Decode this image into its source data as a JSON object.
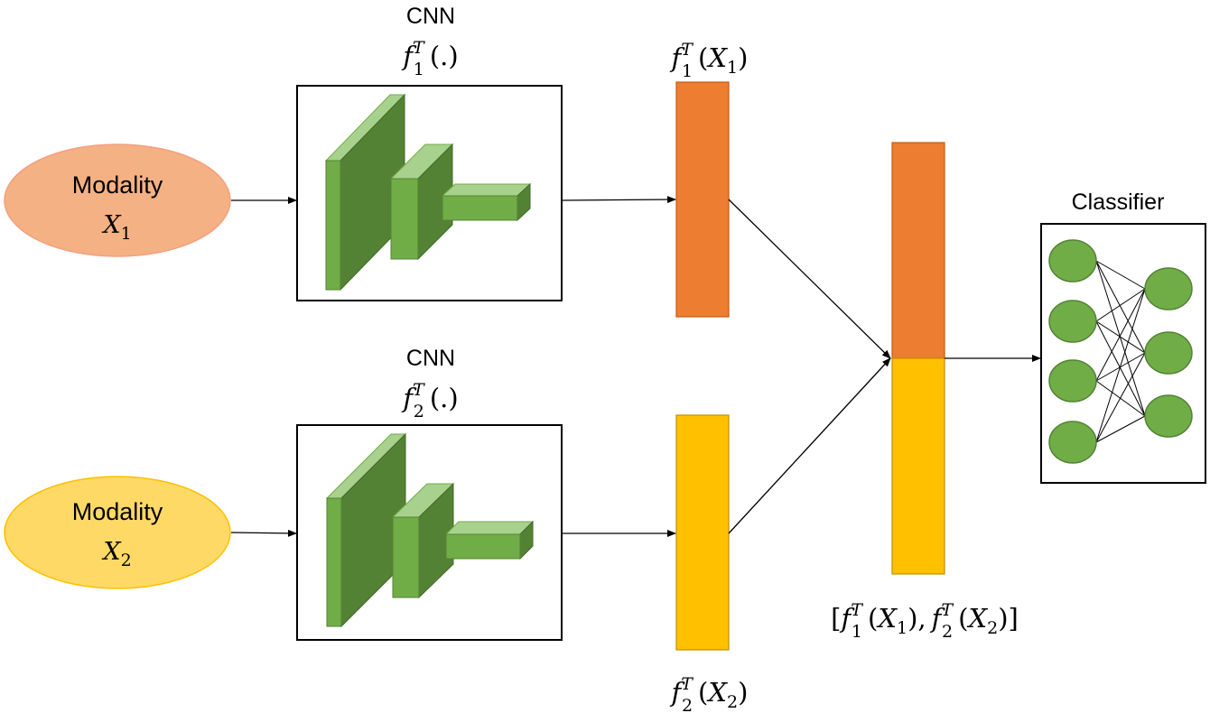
{
  "modalities": [
    {
      "label": "Modality",
      "var": "X",
      "sub": "1",
      "fill": "#F4B183",
      "stroke": "#F4A080"
    },
    {
      "label": "Modality",
      "var": "X",
      "sub": "2",
      "fill": "#FFD966",
      "stroke": "#FFC000"
    }
  ],
  "cnn": [
    {
      "title": "CNN",
      "f": "f",
      "sub": "1",
      "sup": "T",
      "arg": "(.)"
    },
    {
      "title": "CNN",
      "f": "f",
      "sub": "2",
      "sup": "T",
      "arg": "(.)"
    }
  ],
  "features": [
    {
      "f": "f",
      "sub": "1",
      "sup": "T",
      "open": "(",
      "var": "X",
      "vsub": "1",
      "close": ")"
    },
    {
      "f": "f",
      "sub": "2",
      "sup": "T",
      "open": "(",
      "var": "X",
      "vsub": "2",
      "close": ")"
    }
  ],
  "concat": {
    "lbracket": "[",
    "f1": "f",
    "f1sub": "1",
    "f1sup": "T",
    "f1open": "(",
    "x1": "X",
    "x1sub": "1",
    "f1close": ")",
    "comma": ",",
    "f2": "f",
    "f2sub": "2",
    "f2sup": "T",
    "f2open": "(",
    "x2": "X",
    "x2sub": "2",
    "f2close": ")",
    "rbracket": "]"
  },
  "classifier": {
    "title": "Classifier"
  },
  "colors": {
    "orange": "#ED7D31",
    "orange_stroke": "#C55A11",
    "yellow": "#FFC000",
    "yellow_stroke": "#BF9000",
    "cnn_front": "#548235",
    "cnn_top": "#A9D18E",
    "cnn_side": "#70AD47",
    "node": "#70AD47",
    "node_stroke": "#548235"
  }
}
